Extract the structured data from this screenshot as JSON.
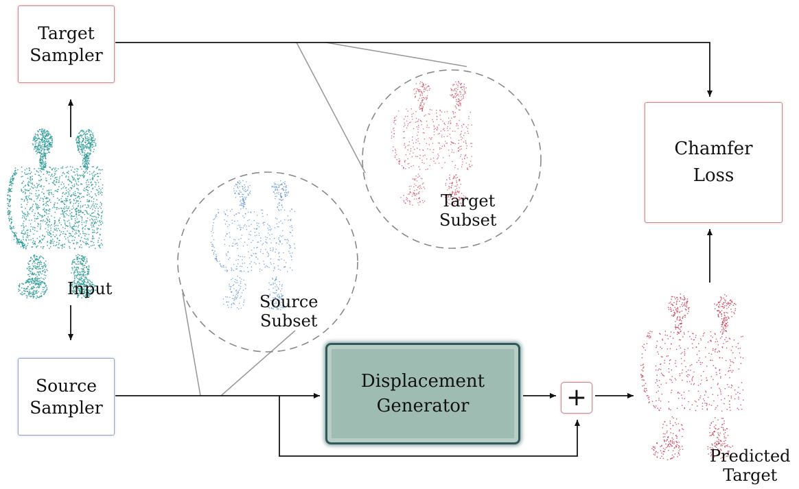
{
  "nodes": {
    "target_sampler": [
      "Target",
      "Sampler"
    ],
    "source_sampler": [
      "Source",
      "Sampler"
    ],
    "chamfer_loss": [
      "Chamfer",
      "Loss"
    ],
    "displacement_generator": [
      "Displacement",
      "Generator"
    ],
    "plus": "+"
  },
  "labels": {
    "input": "Input",
    "target_subset": [
      "Target",
      "Subset"
    ],
    "source_subset": [
      "Source",
      "Subset"
    ],
    "predicted_target": [
      "Predicted",
      "Target"
    ]
  },
  "colors": {
    "input_cloud": "#2f9b96",
    "target_subset_cloud": "#d0485c",
    "source_subset_cloud": "#5b8fd0",
    "predicted_target_cloud": "#c93a50",
    "generator_fill": "#9fbcb3",
    "generator_border": "#2f5a59",
    "arrow": "#111111",
    "zoom_lines": "#9a9a9a",
    "circle_dash": "#888888"
  }
}
